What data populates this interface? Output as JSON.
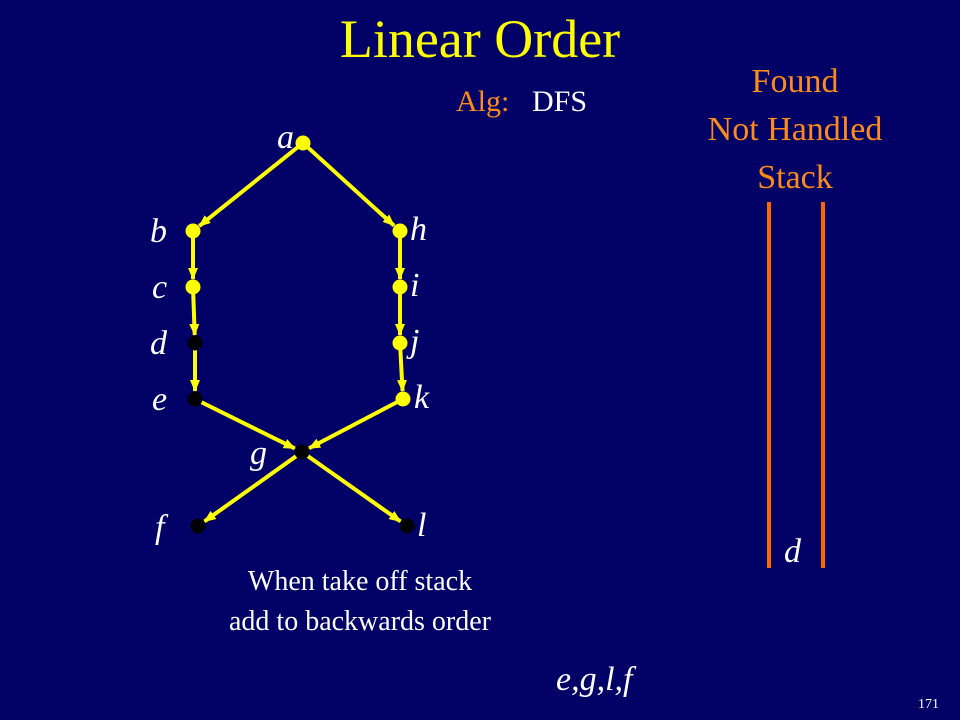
{
  "title": "Linear Order",
  "algorithm": {
    "label": "Alg:",
    "value": "DFS"
  },
  "stack_panel": {
    "title_lines": [
      "Found",
      "Not Handled",
      "Stack"
    ],
    "items": [
      "d"
    ],
    "rail_color": "#ff6600"
  },
  "graph": {
    "edge_color": "#ffff00",
    "visited_node_color": "#ffff00",
    "unvisited_node_color": "#000000",
    "nodes": [
      {
        "id": "a",
        "label": "a",
        "visited": true
      },
      {
        "id": "b",
        "label": "b",
        "visited": true
      },
      {
        "id": "c",
        "label": "c",
        "visited": true
      },
      {
        "id": "d",
        "label": "d",
        "visited": false
      },
      {
        "id": "e",
        "label": "e",
        "visited": false
      },
      {
        "id": "h",
        "label": "h",
        "visited": true
      },
      {
        "id": "i",
        "label": "i",
        "visited": true
      },
      {
        "id": "j",
        "label": "j",
        "visited": true
      },
      {
        "id": "k",
        "label": "k",
        "visited": true
      },
      {
        "id": "g",
        "label": "g",
        "visited": false
      },
      {
        "id": "f",
        "label": "f",
        "visited": false
      },
      {
        "id": "l",
        "label": "l",
        "visited": false
      }
    ],
    "edges": [
      [
        "a",
        "b"
      ],
      [
        "a",
        "h"
      ],
      [
        "b",
        "c"
      ],
      [
        "c",
        "d"
      ],
      [
        "d",
        "e"
      ],
      [
        "h",
        "i"
      ],
      [
        "i",
        "j"
      ],
      [
        "j",
        "k"
      ],
      [
        "e",
        "g"
      ],
      [
        "k",
        "g"
      ],
      [
        "g",
        "f"
      ],
      [
        "g",
        "l"
      ]
    ]
  },
  "note_lines": [
    "When take off stack",
    "add to backwards order"
  ],
  "linear_order": "e,g,l,f",
  "page_number": "171"
}
